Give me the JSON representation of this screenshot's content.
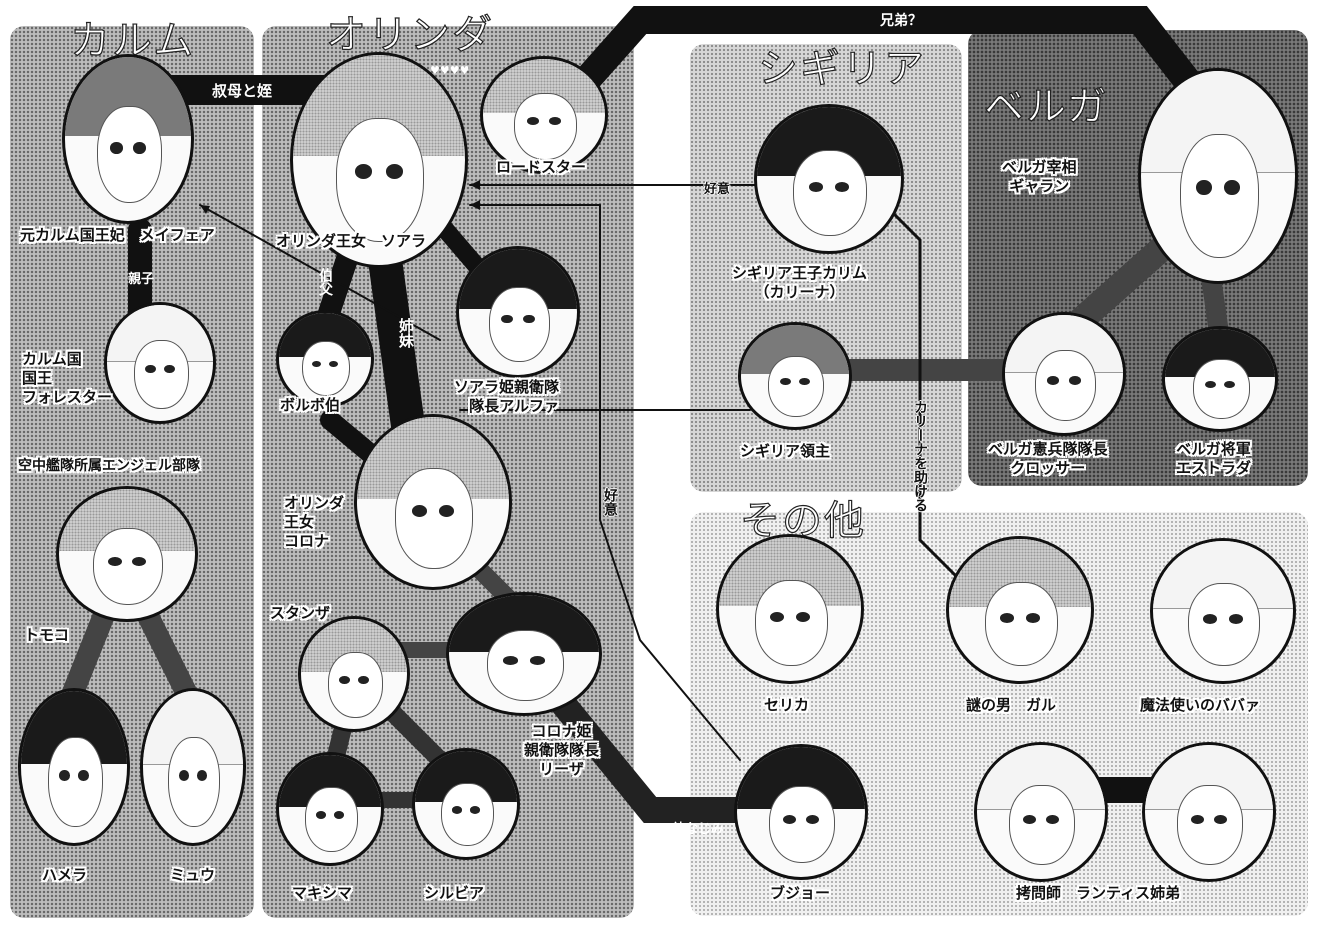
{
  "factions": {
    "karumu": "カルム",
    "orinda": "オリンダ",
    "shigiria": "シギリア",
    "beruga": "ベルガ",
    "others": "その他"
  },
  "relations": {
    "brothers": "兄弟？",
    "aunt_niece": "叔母と姪",
    "parent_child": "親子",
    "uncle": "伯父",
    "sisters": "姉妹",
    "affection1": "好意",
    "affection2": "好意",
    "help_karina": "カリーナを助ける",
    "childhood_friends": "幼なじみ"
  },
  "characters": {
    "mayfair": "元カルム国王妃　メイフェア",
    "forester": "カルム国\n国王\nフォレスター",
    "angel_unit": "空中艦隊所属エンジェル部隊",
    "tomoko": "トモコ",
    "hamera": "ハメラ",
    "myu": "ミュウ",
    "soara": "オリンダ王女　ソアラ",
    "roadstar": "ロードスター",
    "alpha": "ソアラ姫親衛隊\n隊長アルファ",
    "borubo": "ボルボ伯",
    "corona": "オリンダ\n王女\nコロナ",
    "stanza": "スタンザ",
    "lisa": "コロナ姫\n親衛隊隊長\nリーザ",
    "makishima": "マキシマ",
    "silvia": "シルビア",
    "karimu": "シギリア王子カリム\n（カリーナ）",
    "lord": "シギリア領主",
    "galan": "ベルガ宰相\nギャラン",
    "crosser": "ベルガ憲兵隊隊長\nクロッサー",
    "estrada": "ベルガ将軍\nエストラダ",
    "serika": "セリカ",
    "gal": "謎の男　ガル",
    "witch": "魔法使いのババァ",
    "bujo": "ブジョー",
    "torturer": "拷問師　ランティス姉弟"
  },
  "decor": {
    "hearts": "♥♥♥♥"
  }
}
